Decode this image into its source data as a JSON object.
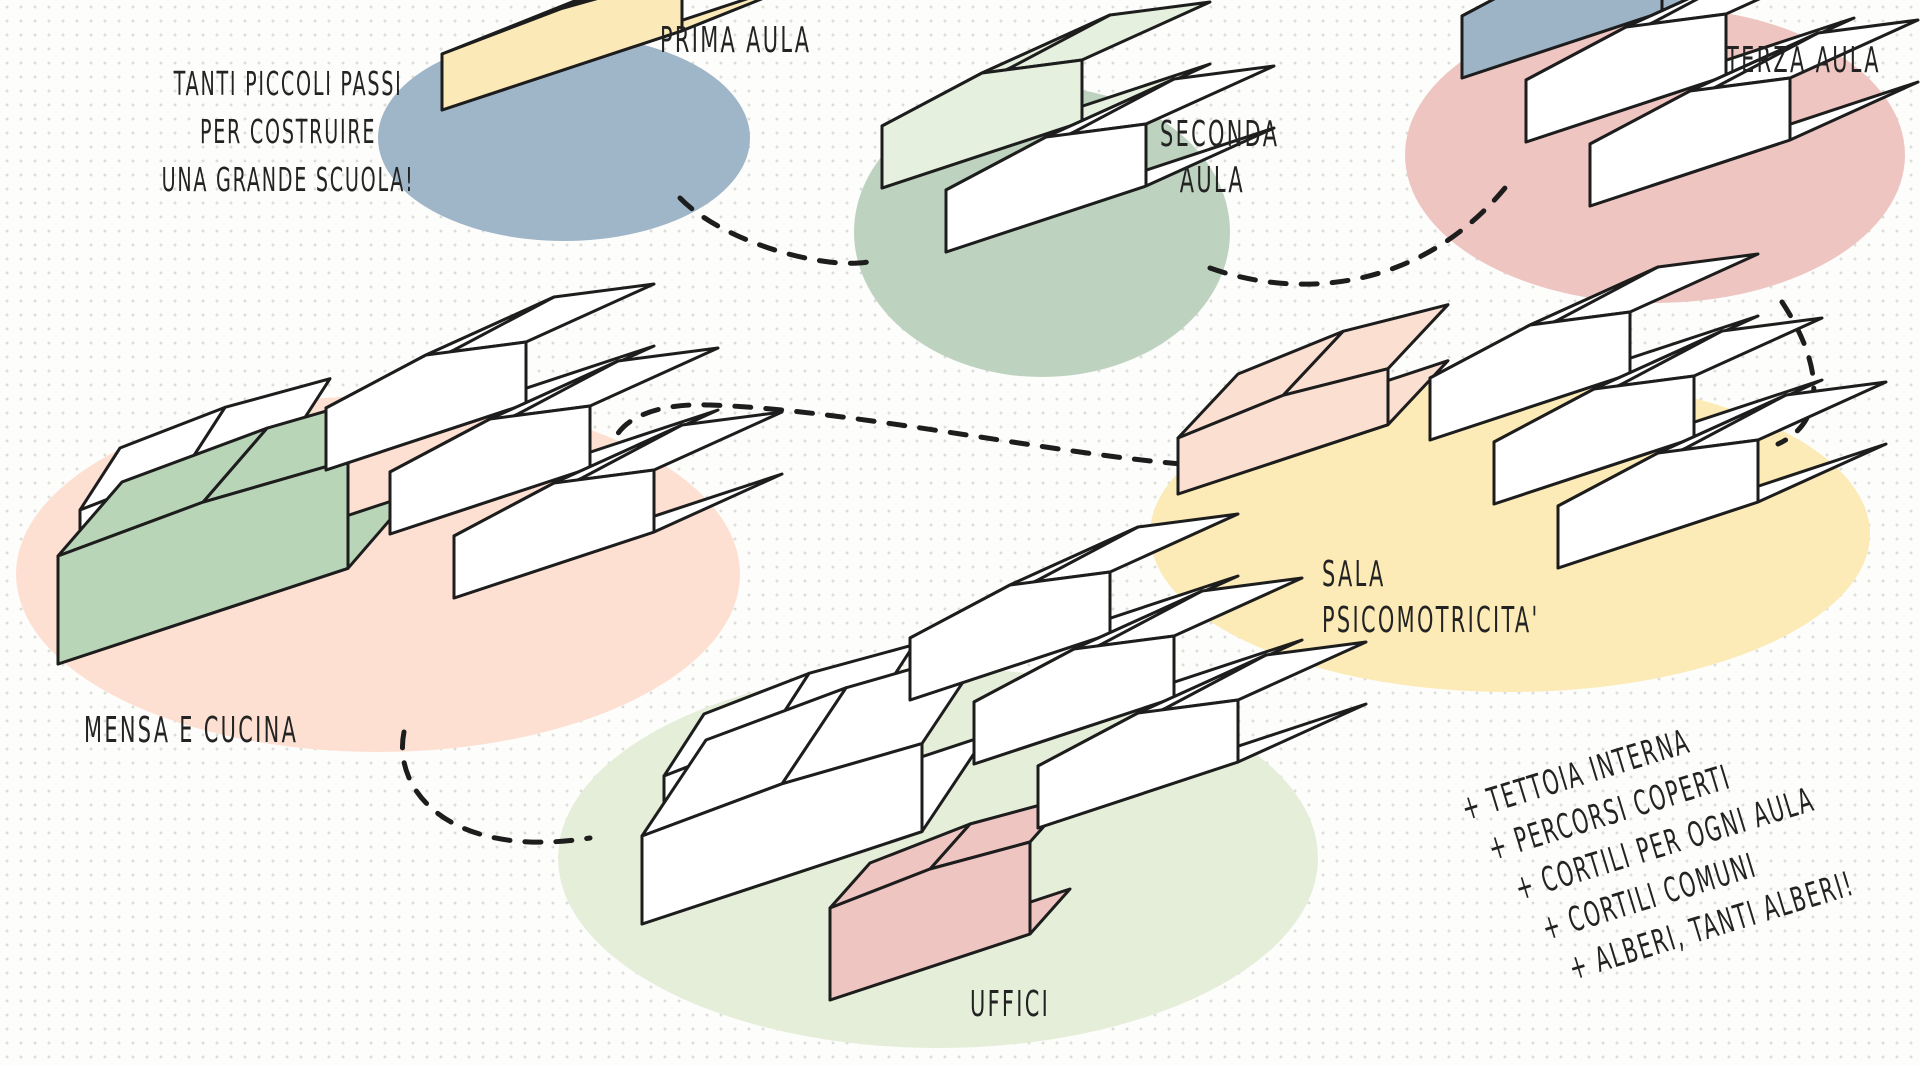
{
  "intro": {
    "lines": [
      "Tanti piccoli passi",
      "per costruire",
      "una grande scuola!"
    ]
  },
  "stages": [
    {
      "id": "prima",
      "label_lines": [
        "Prima aula"
      ],
      "blob_color": "#9fb5c8",
      "accent_color": "#fce9b8"
    },
    {
      "id": "seconda",
      "label_lines": [
        "Seconda",
        "aula"
      ],
      "blob_color": "#bdd3bf",
      "accent_color": "#e6f0de"
    },
    {
      "id": "terza",
      "label_lines": [
        "Terza aula"
      ],
      "blob_color": "#eec5c1",
      "accent_color": "#9db4c7"
    },
    {
      "id": "sala",
      "label_lines": [
        "Sala",
        "psicomotricita'"
      ],
      "blob_color": "#fcebb6",
      "accent_color": "#fbdfd1"
    },
    {
      "id": "mensa",
      "label_lines": [
        "Mensa e cucina"
      ],
      "blob_color": "#fde0d2",
      "accent_color": "#b9d5b8"
    },
    {
      "id": "uffici",
      "label_lines": [
        "Uffici"
      ],
      "blob_color": "#e5eed9",
      "accent_color": "#eec5c1"
    }
  ],
  "notes": [
    "+ tettoia interna",
    "+ percorsi coperti",
    "+ cortili per ogni aula",
    "+ cortili comuni",
    "+ alberi, tanti alberi!"
  ],
  "style": {
    "outline": "#1d1d1d",
    "text": "#232323",
    "dot_grid": "#dcdcd8",
    "building_fill": "#ffffff"
  }
}
